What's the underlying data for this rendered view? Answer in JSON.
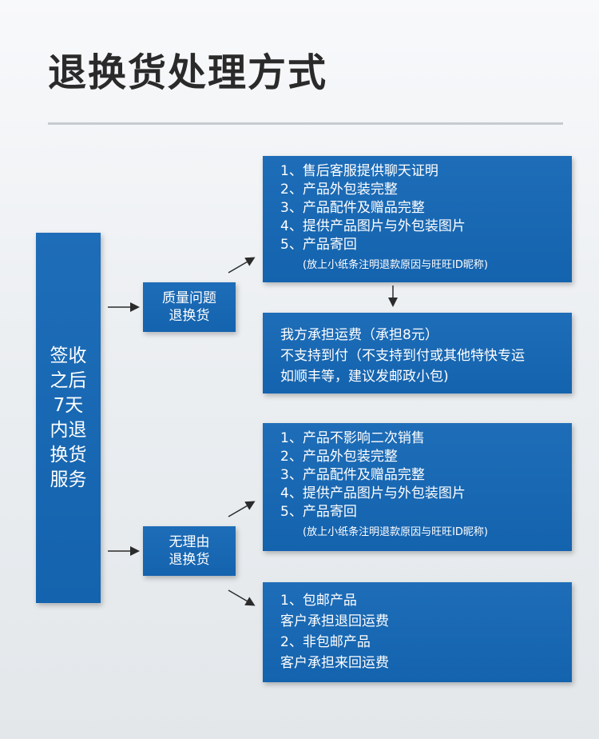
{
  "title": "退换货处理方式",
  "left_box": {
    "lines": [
      "签收",
      "之后",
      "7天",
      "内退",
      "换货",
      "服务"
    ]
  },
  "categories": [
    {
      "lines": [
        "质量问题",
        "退换货"
      ]
    },
    {
      "lines": [
        "无理由",
        "退换货"
      ]
    }
  ],
  "quality_conditions": {
    "lines": [
      "1、售后客服提供聊天证明",
      "2、产品外包装完整",
      "3、产品配件及赠品完整",
      "4、提供产品图片与外包装图片",
      "5、产品寄回"
    ],
    "note": "(放上小纸条注明退款原因与旺旺ID昵称)"
  },
  "quality_shipping": {
    "lines": [
      "我方承担运费（承担8元）",
      "不支持到付（不支持到付或其他特快专运",
      "如顺丰等，建议发邮政小包)"
    ]
  },
  "noreason_conditions": {
    "lines": [
      "1、产品不影响二次销售",
      "2、产品外包装完整",
      "3、产品配件及赠品完整",
      "4、提供产品图片与外包装图片",
      "5、产品寄回"
    ],
    "note": "(放上小纸条注明退款原因与旺旺ID昵称)"
  },
  "noreason_shipping": {
    "lines": [
      "1、包邮产品",
      "客户承担退回运费",
      "2、非包邮产品",
      "客户承担来回运费"
    ]
  },
  "colors": {
    "box": "#1667b2",
    "title": "#2a2a2a",
    "divider": "#c7cbcf",
    "arrow": "#2b2b2b"
  }
}
